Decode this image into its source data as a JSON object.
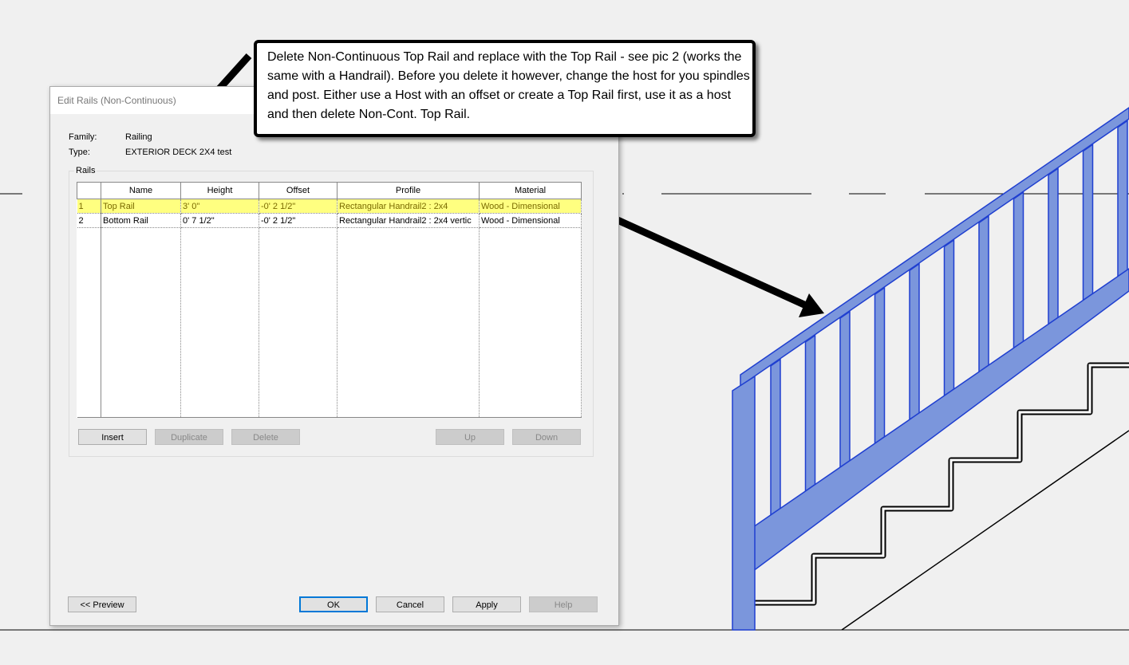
{
  "dialog": {
    "title": "Edit Rails (Non-Continuous)",
    "family_label": "Family:",
    "family_value": "Railing",
    "type_label": "Type:",
    "type_value": "EXTERIOR DECK 2X4 test",
    "group_label": "Rails",
    "columns": [
      "",
      "Name",
      "Height",
      "Offset",
      "Profile",
      "Material"
    ],
    "rows": [
      {
        "num": "1",
        "name": "Top Rail",
        "height": "3'  0\"",
        "offset": "-0'  2 1/2\"",
        "profile": "Rectangular Handrail2 : 2x4",
        "material": "Wood - Dimensional",
        "selected": true
      },
      {
        "num": "2",
        "name": "Bottom Rail",
        "height": "0'  7 1/2\"",
        "offset": "-0'  2 1/2\"",
        "profile": "Rectangular Handrail2 : 2x4 vertic",
        "material": "Wood - Dimensional",
        "selected": false
      }
    ],
    "buttons": {
      "insert": "Insert",
      "duplicate": "Duplicate",
      "delete": "Delete",
      "up": "Up",
      "down": "Down",
      "preview": "<< Preview",
      "ok": "OK",
      "cancel": "Cancel",
      "apply": "Apply",
      "help": "Help"
    }
  },
  "callout": {
    "text": "Delete Non-Continuous Top Rail and replace with the Top Rail - see pic 2 (works the same with a Handrail). Before you delete it however, change the host for you spindles and post. Either use a Host with an offset or create a Top Rail first, use it as a host and then delete Non-Cont. Top Rail."
  },
  "colors": {
    "rail_fill": "#7b96dc",
    "rail_stroke": "#1f3fd0",
    "selected_row": "#ffff80"
  }
}
